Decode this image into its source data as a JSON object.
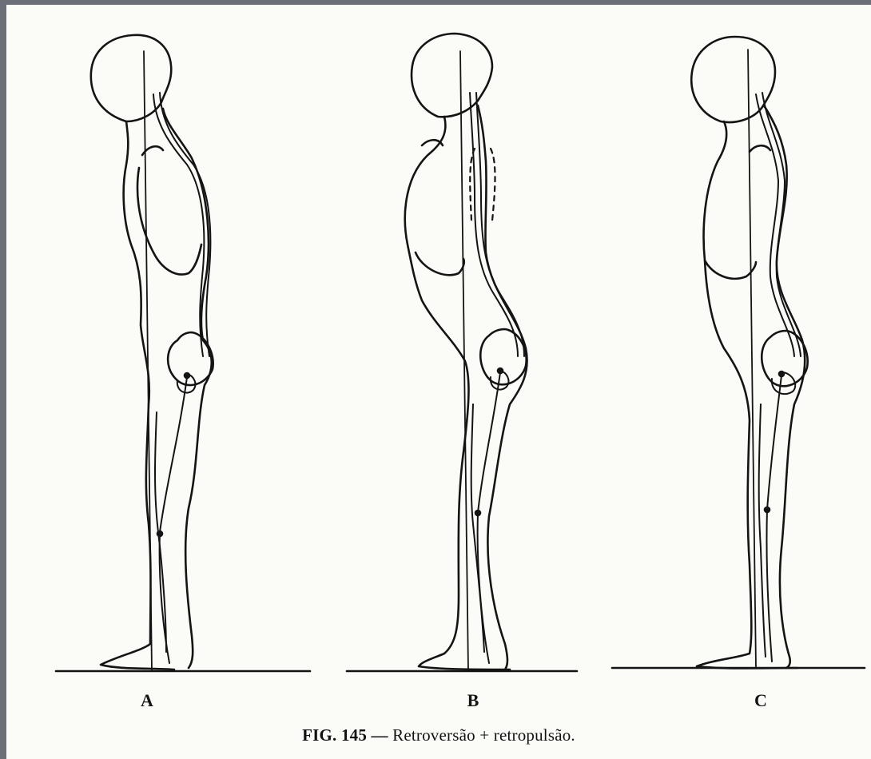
{
  "figure": {
    "panels": [
      {
        "id": "A",
        "label": "A"
      },
      {
        "id": "B",
        "label": "B"
      },
      {
        "id": "C",
        "label": "C"
      }
    ],
    "caption": {
      "figure_label": "FIG. 145 —",
      "text": "Retroversão + retropulsão."
    }
  },
  "colors": {
    "ink": "#141414",
    "paper": "#fbfbf8",
    "scan_border": "#6d6f78"
  }
}
